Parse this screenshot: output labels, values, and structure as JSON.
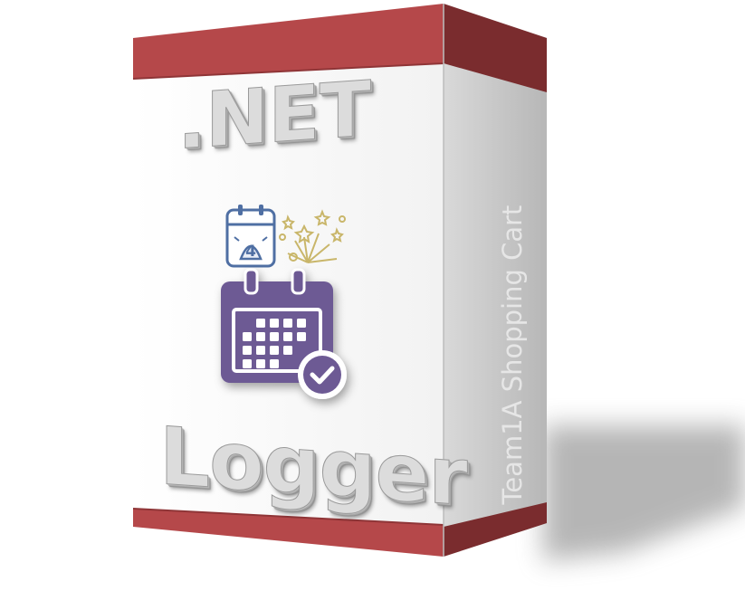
{
  "box": {
    "title": ".NET",
    "product_name": "Logger",
    "side_label": "Team1A Shopping Cart",
    "badge_number": "4"
  },
  "colors": {
    "band_front": "#b5484a",
    "band_top_dark": "#8f3537",
    "band_side": "#7a2c2e",
    "front_panel": "#ffffff",
    "side_panel": "#c9c9c9",
    "calendar_purple": "#6d5a94",
    "calendar_outline": "#4f6fa3",
    "fireworks_gold": "#c9b66a"
  },
  "icons": [
    "calendar-reminder-icon",
    "fireworks-icon",
    "calendar-check-icon"
  ]
}
